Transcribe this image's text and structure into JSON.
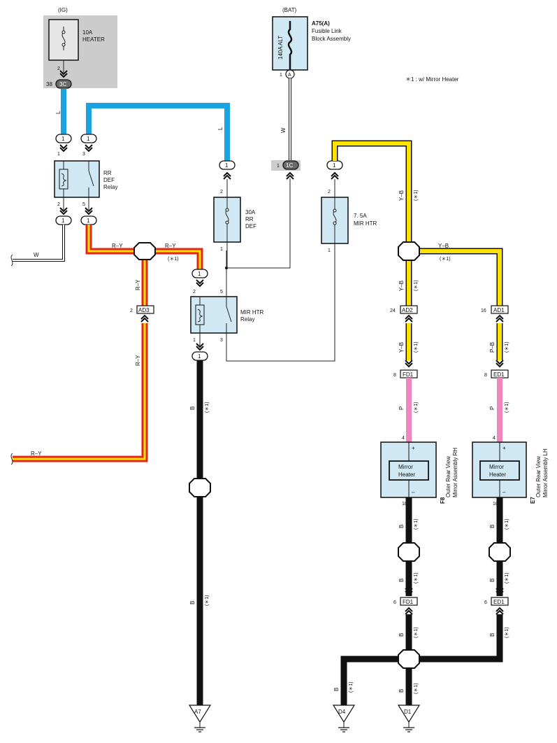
{
  "note": "＊1 : w/ Mirror Heater",
  "power": {
    "ig_label": "(IG)",
    "bat_label": "(BAT)",
    "heater_fuse_rating": "10A",
    "heater_fuse_name": "HEATER",
    "fusible_link_rating": "140A ALT",
    "fusible_link_code": "A75(A)",
    "fusible_link_name_1": "Fusible Link",
    "fusible_link_name_2": "Block Assembly"
  },
  "relays": {
    "rr_def_1": "RR",
    "rr_def_2": "DEF",
    "rr_def_3": "Relay",
    "mir_htr_1": "MIR HTR",
    "mir_htr_2": "Relay"
  },
  "fuses": {
    "rr_def_rating": "30A",
    "rr_def_name_1": "RR",
    "rr_def_name_2": "DEF",
    "mir_htr_rating": "7. 5A",
    "mir_htr_name": "MIR HTR"
  },
  "connectors": {
    "c3c": "3C",
    "ca": "A",
    "c1c": "1C",
    "c1": "1",
    "ad3": "AD3",
    "ad2": "AD2",
    "ad1": "AD1",
    "fd1": "FD1",
    "ed1": "ED1"
  },
  "pins": {
    "p1": "1",
    "p2": "2",
    "p3": "3",
    "p4": "4",
    "p5": "5",
    "p6": "6",
    "p8": "8",
    "p10": "10",
    "p16": "16",
    "p24": "24",
    "p38": "38"
  },
  "wires": {
    "L": "L",
    "W": "W",
    "RY": "R–Y",
    "YB": "Y–B",
    "B": "B",
    "P": "P",
    "PB": "P–B",
    "star1": "(＊1)"
  },
  "mirrors": {
    "heater_1": "Mirror",
    "heater_2": "Heater",
    "plus": "+",
    "minus": "–",
    "rh_code": "F8",
    "rh_name_1": "Outer Rear View",
    "rh_name_2": "Mirror Assembly RH",
    "lh_code": "E7",
    "lh_name_1": "Outer Rear View",
    "lh_name_2": "Mirror Assembly LH"
  },
  "grounds": {
    "a7": "A7",
    "d4": "D4",
    "d1": "D1"
  },
  "colors": {
    "wire_blue": "#1aa3e0",
    "wire_yellow": "#ffe200",
    "wire_red": "#e3261a",
    "wire_pink": "#ef87bd",
    "wire_black": "#111111",
    "component_fill": "#cfe8f3",
    "supply_gray": "#cccccc"
  }
}
